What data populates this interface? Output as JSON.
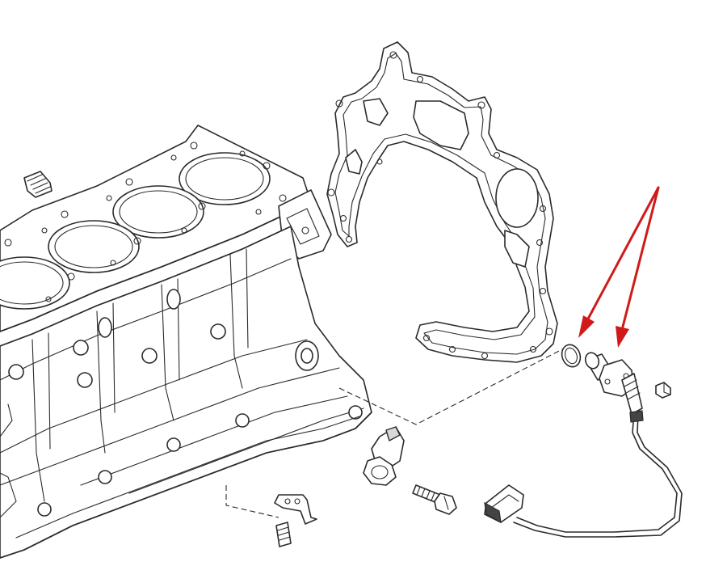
{
  "diagram": {
    "parts": [
      {
        "id": "engine-block",
        "label": ""
      },
      {
        "id": "timing-cover-gasket",
        "label": ""
      },
      {
        "id": "o-ring",
        "label": ""
      },
      {
        "id": "camshaft-position-sensor",
        "label": ""
      },
      {
        "id": "sensor-cable",
        "label": ""
      },
      {
        "id": "connector",
        "label": ""
      },
      {
        "id": "knock-sensor",
        "label": ""
      },
      {
        "id": "bolt",
        "label": ""
      },
      {
        "id": "small-screw",
        "label": ""
      },
      {
        "id": "plug",
        "label": ""
      },
      {
        "id": "bracket",
        "label": ""
      }
    ],
    "annotations": {
      "arrow_color": "#d01a1a",
      "arrow_count": 2,
      "highlighted_parts": [
        "o-ring",
        "camshaft-position-sensor"
      ]
    }
  }
}
